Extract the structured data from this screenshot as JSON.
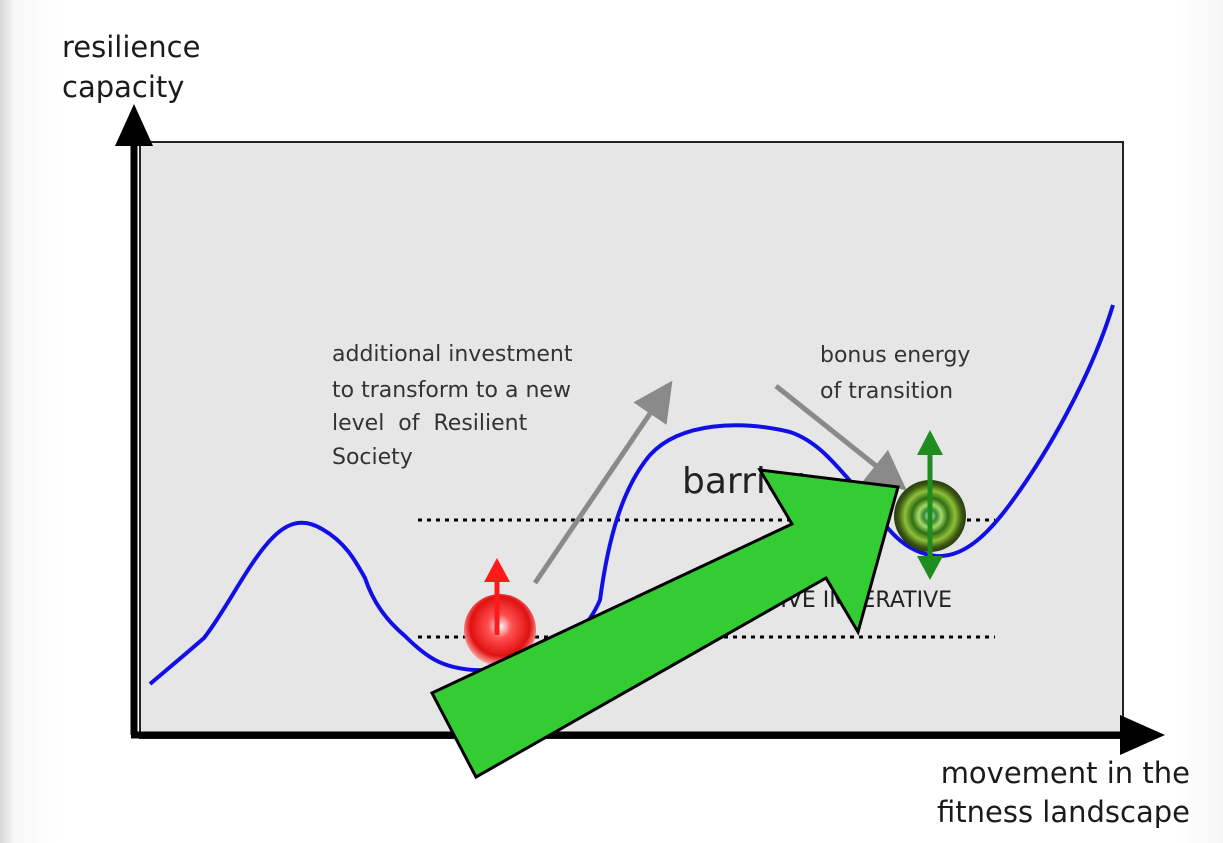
{
  "y_axis_label": [
    "resilience",
    "capacity"
  ],
  "x_axis_label": [
    "movement in the",
    "fitness landscape"
  ],
  "annotation_investment": [
    "additional investment",
    "to transform to a new",
    "level  of  Resilient",
    "Society"
  ],
  "annotation_bonus": [
    "bonus energy",
    "of transition"
  ],
  "barrier_label": "barrier",
  "imperative_label": "ADAPTIVE IMPERATIVE",
  "colors": {
    "plot_background": "#e6e6e6",
    "curve": "#1010e6",
    "big_arrow": "#33cc33",
    "red_state": "#ff2a2a",
    "green_state": "#1e8c1e",
    "annotation_arrow": "#8a8a8a"
  }
}
